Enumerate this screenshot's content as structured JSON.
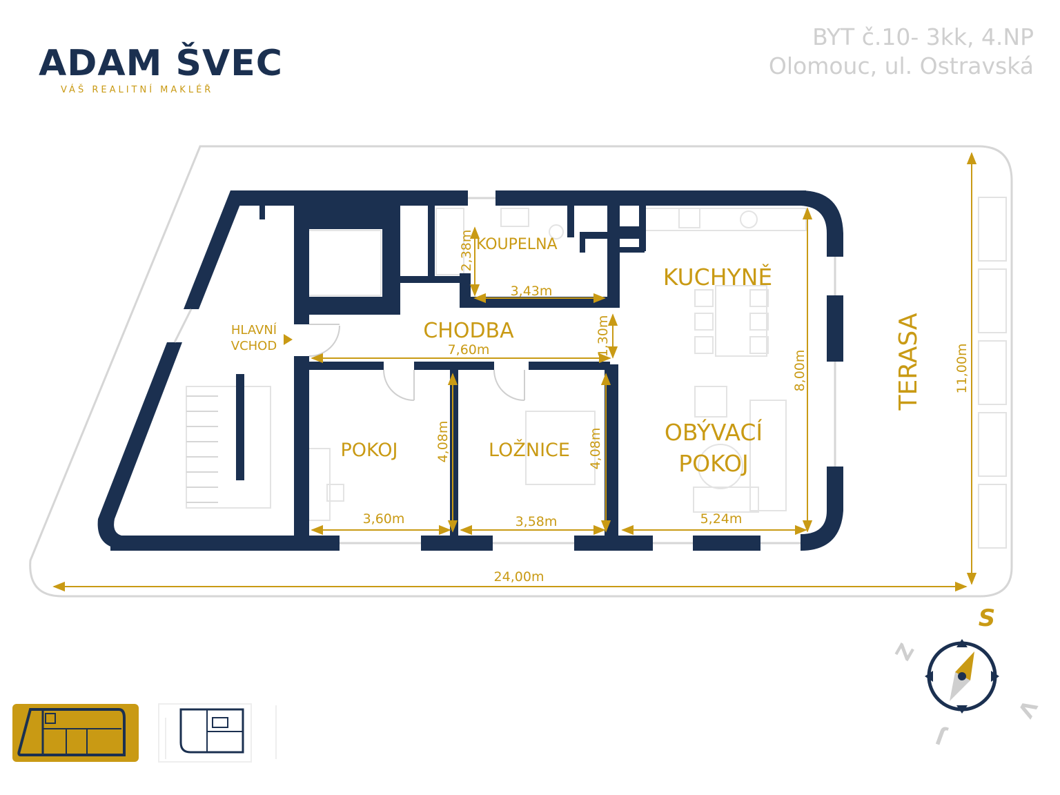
{
  "brand": {
    "name": "ADAM ŠVEC",
    "tagline": "VÁŠ REALITNÍ MAKLÉŘ"
  },
  "heading": {
    "line1": "BYT č.10- 3kk, 4.NP",
    "line2": "Olomouc, ul. Ostravská"
  },
  "rooms": {
    "koupelna": "KOUPELNA",
    "kuchyne": "KUCHYNĚ",
    "chodba": "CHODBA",
    "hlavni_vchod_1": "HLAVNÍ",
    "hlavni_vchod_2": "VCHOD",
    "pokoj": "POKOJ",
    "loznice": "LOŽNICE",
    "obyvaci_1": "OBÝVACÍ",
    "obyvaci_2": "POKOJ",
    "terasa": "TERASA"
  },
  "dimensions": {
    "koupelna_h": "2,38m",
    "koupelna_w": "3,43m",
    "chodba_h": "1,30m",
    "chodba_w": "7,60m",
    "kuchyne_h": "8,00m",
    "pokoj_h": "4,08m",
    "pokoj_w": "3,60m",
    "loznice_h": "4,08m",
    "loznice_w": "3,58m",
    "obyvaci_w": "5,24m",
    "total_w": "24,00m",
    "total_h": "11,00m"
  },
  "compass": {
    "s": "S",
    "j": "J",
    "z": "Z",
    "v": "V"
  },
  "colors": {
    "navy": "#1b3050",
    "gold": "#c99a14",
    "gray": "#cfcfcf"
  }
}
